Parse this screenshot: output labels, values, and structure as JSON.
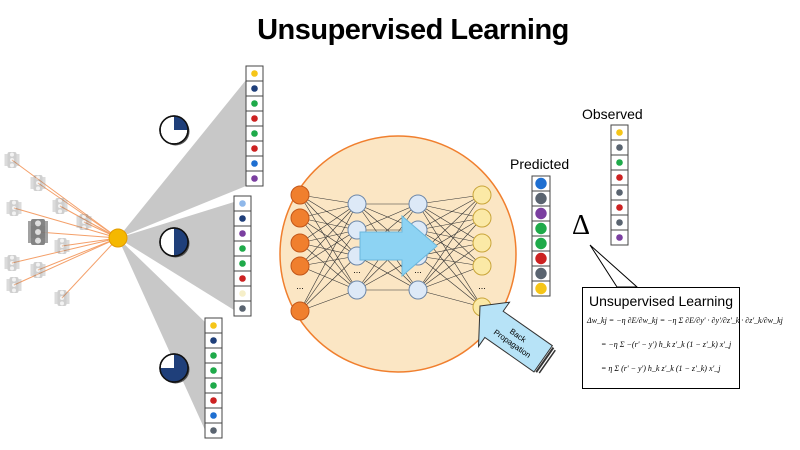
{
  "title": "Unsupervised Learning",
  "labels": {
    "predicted": "Predicted",
    "observed": "Observed",
    "delta": "Δ",
    "backprop": "Back Propagation",
    "ellipsis": "..."
  },
  "formula": {
    "title": "Unsupervised Learning",
    "lines": [
      "Δw_kj = −η ∂E/∂w_kj = −η Σ ∂E/∂y' · ∂y'/∂z'_k · ∂z'_k/∂w_kj",
      "= −η Σ −(r' − y') h_k z'_k (1 − z'_k) x'_j",
      "= η Σ (r' − y') h_k z'_k (1 − z'_k) x'_j"
    ]
  },
  "colors": {
    "yellow": "#f5c518",
    "navy": "#1f3f7a",
    "green": "#1faa4a",
    "red": "#cc2222",
    "purple": "#7b3fa0",
    "blue": "#1f6fd1",
    "gray": "#5a6470",
    "lightblue": "#8fb8ea",
    "cream": "#f6efc9",
    "input_node": "#f07f2e",
    "hidden_node": "#dde9f7",
    "output_node": "#fbe9a6",
    "circle_fill": "#fbe6c4",
    "circle_stroke": "#f07f2e",
    "arrow": "#8dd3f3"
  },
  "columns": {
    "top": [
      "yellow",
      "navy",
      "green",
      "red",
      "green",
      "red",
      "blue",
      "purple"
    ],
    "middle": [
      "lightblue",
      "navy",
      "purple",
      "green",
      "green",
      "red",
      "cream",
      "gray"
    ],
    "bottom": [
      "yellow",
      "navy",
      "green",
      "green",
      "green",
      "red",
      "blue",
      "gray"
    ],
    "predicted": [
      "blue",
      "gray",
      "purple",
      "green",
      "green",
      "red",
      "gray",
      "yellow"
    ],
    "observed": [
      "yellow",
      "gray",
      "green",
      "red",
      "gray",
      "red",
      "gray",
      "purple"
    ]
  },
  "pies": {
    "top": 0.25,
    "middle": 0.5,
    "bottom": 0.75
  }
}
